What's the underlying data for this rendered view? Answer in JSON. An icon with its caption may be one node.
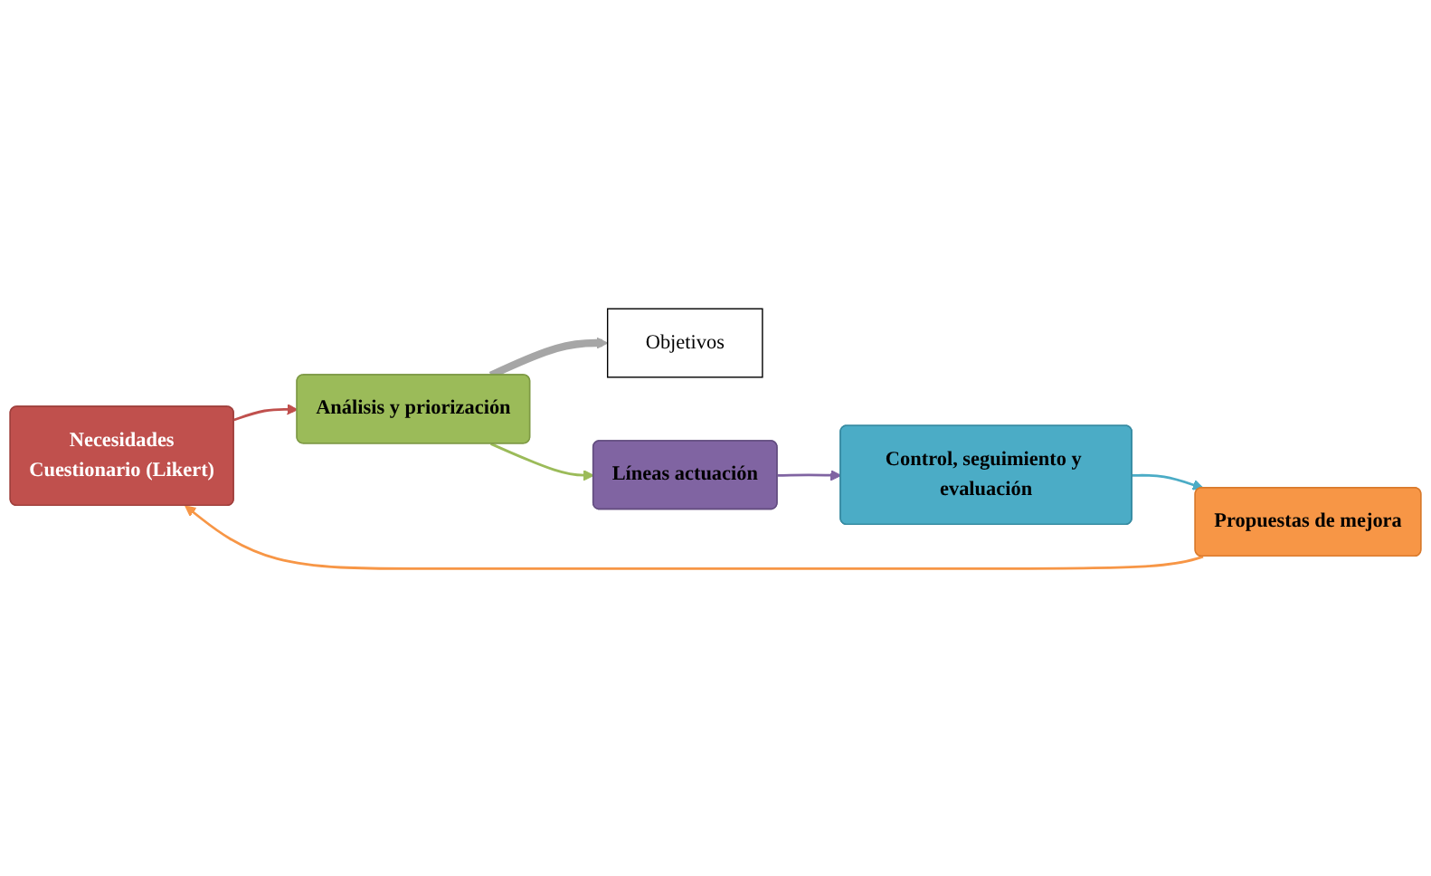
{
  "diagram": {
    "nodes": [
      {
        "text": [
          "Necesidades",
          "Cuestionario (Likert)"
        ]
      },
      {
        "text": [
          "Análisis y priorización"
        ]
      },
      {
        "text": [
          "Objetivos"
        ]
      },
      {
        "text": [
          "Líneas actuación"
        ]
      },
      {
        "text": [
          "Control, seguimiento y evaluación"
        ]
      },
      {
        "text": [
          "Propuestas de mejora"
        ]
      }
    ],
    "edges": [
      {
        "from": 0,
        "to": 1,
        "arrow": "to",
        "color": "#c0504d"
      },
      {
        "from": 1,
        "to": 2,
        "arrow": "to",
        "style": "thick",
        "color": "#a6a6a6"
      },
      {
        "from": 1,
        "to": 3,
        "arrow": "to",
        "color": "#9bbb59"
      },
      {
        "from": 3,
        "to": 4,
        "arrow": "to",
        "color": "#8064a2"
      },
      {
        "from": 4,
        "to": 5,
        "arrow": "to",
        "color": "#4bacc6"
      },
      {
        "from": 5,
        "to": 0,
        "arrow": "to",
        "color": "#f79646"
      }
    ]
  }
}
